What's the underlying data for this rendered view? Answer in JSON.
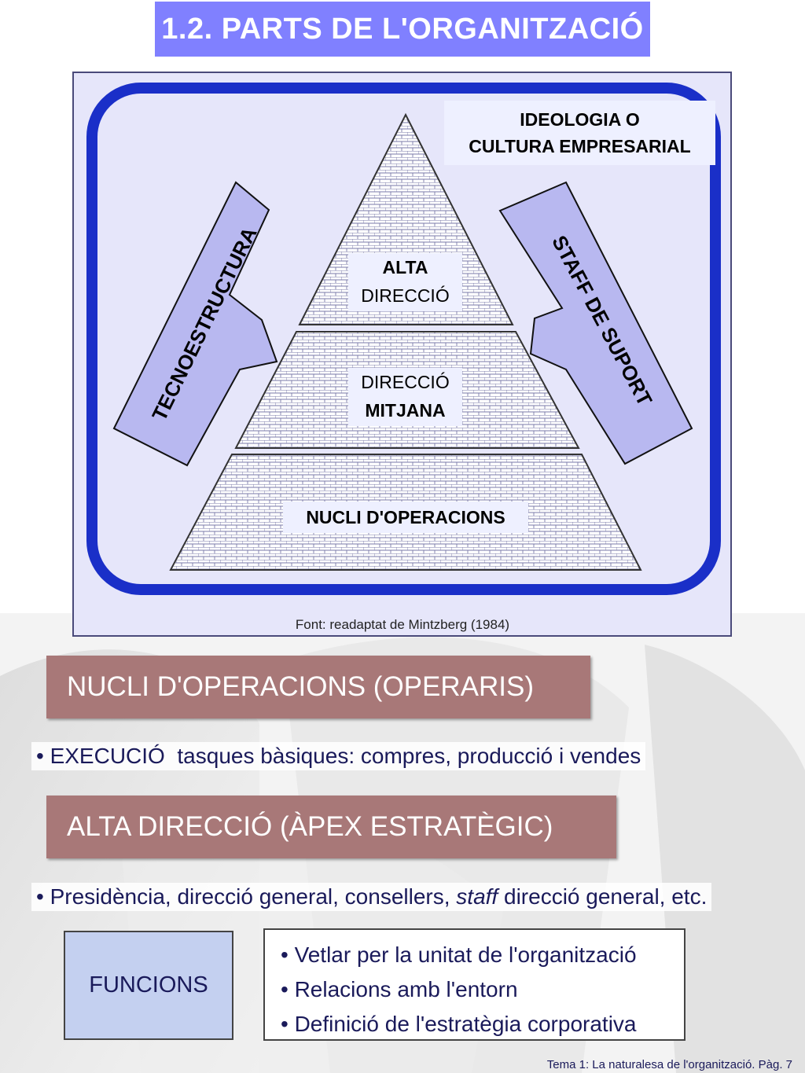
{
  "title": "1.2. PARTS DE L'ORGANITZACIÓ",
  "diagram": {
    "culture_label_1": "IDEOLOGIA O",
    "culture_label_2": "CULTURA EMPRESARIAL",
    "apex_label_1": "ALTA",
    "apex_label_2": "DIRECCIÓ",
    "middle_label_1": "DIRECCIÓ",
    "middle_label_2": "MITJANA",
    "core_label": "NUCLI D'OPERACIONS",
    "technostructure_label": "TECNOESTRUCTURA",
    "support_label": "STAFF DE SUPORT",
    "source_note": "Font: readaptat de Mintzberg (1984)",
    "colors": {
      "frame_bg": "#e6e6fa",
      "border_blue": "#1a2fc8",
      "arrow_fill": "#b8b8f0",
      "pyramid_fill": "#ffffff"
    }
  },
  "section_operating_core": {
    "heading": "NUCLI D'OPERACIONS (OPERARIS)",
    "bullet": "• EXECUCIÓ  tasques bàsiques: compres, producció i vendes"
  },
  "section_strategic_apex": {
    "heading": "ALTA DIRECCIÓ (ÀPEX ESTRATÈGIC)",
    "bullet_prefix": "• Presidència, direcció general, consellers, ",
    "bullet_italic": "staff",
    "bullet_suffix": " direcció general, etc."
  },
  "functions": {
    "label": "FUNCIONS",
    "items": [
      "• Vetlar per la unitat de l'organització",
      "• Relacions amb l'entorn",
      "• Definició de l'estratègia corporativa"
    ]
  },
  "footer": "Tema 1: La naturalesa de l'organització. Pàg. 7",
  "colors": {
    "title_bg": "#8080ff",
    "section_bg": "#a87878",
    "funcions_bg": "#c4d0f0",
    "text_dark_blue": "#1a1a5a"
  }
}
